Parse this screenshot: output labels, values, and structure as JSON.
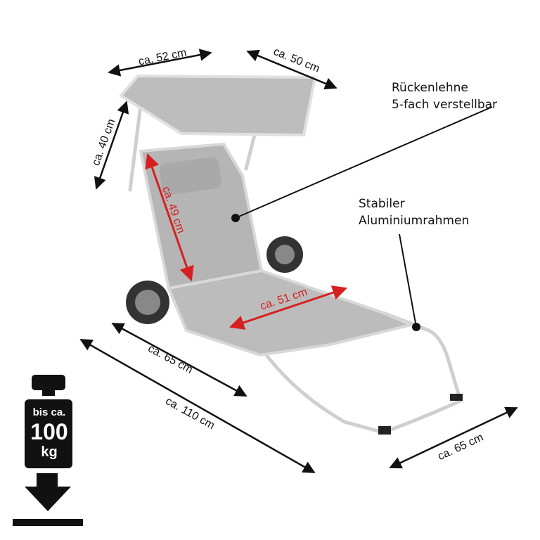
{
  "dimensions": {
    "canopy_width": "ca. 52 cm",
    "canopy_depth": "ca. 50 cm",
    "canopy_height": "ca. 40 cm",
    "backrest_length": "ca. 49 cm",
    "seat_width": "ca. 51 cm",
    "lower_length": "ca. 65 cm",
    "total_length": "ca. 110 cm",
    "total_width": "ca. 65 cm"
  },
  "labels": {
    "backrest_line1": "Rückenlehne",
    "backrest_line2": "5-fach verstellbar",
    "frame_line1": "Stabiler",
    "frame_line2": "Aluminiumrahmen"
  },
  "weight": {
    "prefix": "bis ca.",
    "value": "100",
    "unit": "kg"
  },
  "colors": {
    "highlight": "#d62020",
    "fabric": "#b9b9b9",
    "frame": "#d8d8d8"
  }
}
